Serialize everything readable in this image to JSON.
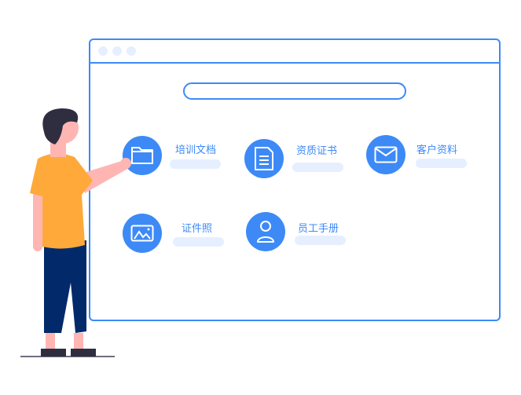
{
  "window": {
    "dots": 3
  },
  "search": {
    "value": ""
  },
  "items": [
    {
      "label": "培训文档",
      "icon": "folder-icon"
    },
    {
      "label": "资质证书",
      "icon": "document-icon"
    },
    {
      "label": "客户资料",
      "icon": "mail-icon"
    },
    {
      "label": "证件照",
      "icon": "image-icon"
    },
    {
      "label": "员工手册",
      "icon": "user-icon"
    }
  ],
  "colors": {
    "accent": "#3d8af7",
    "pill": "#e6efff",
    "shirt": "#ffa93a",
    "pants": "#022a6b",
    "skin": "#ffb6b3",
    "hair": "#2f2e41"
  }
}
